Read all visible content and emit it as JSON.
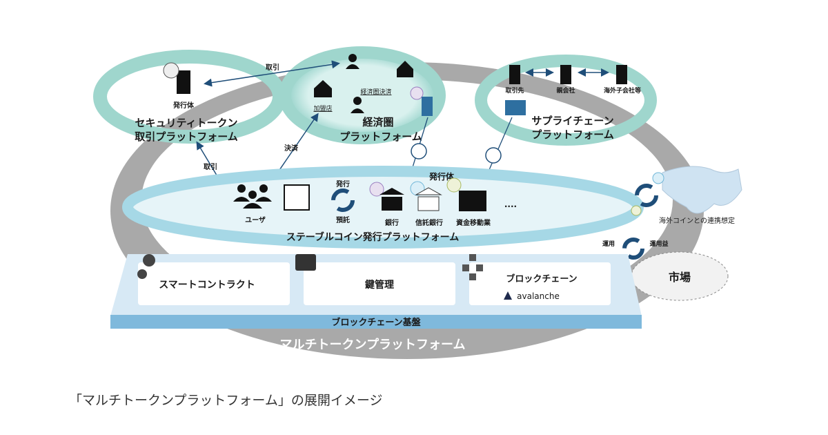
{
  "platforms": {
    "security_token": {
      "title_line1": "セキュリティトークン",
      "title_line2": "取引プラットフォーム",
      "issuer": "発行体"
    },
    "economic_zone": {
      "title_line1": "経済圏",
      "title_line2": "プラットフォーム",
      "merchant": "加盟店",
      "settlement": "経済圏決済"
    },
    "supply_chain": {
      "title_line1": "サプライチェーン",
      "title_line2": "プラットフォーム",
      "partner": "取引先",
      "parent": "親会社",
      "overseas_sub": "海外子会社等"
    },
    "stablecoin": {
      "title": "ステーブルコイン発行プラットフォーム",
      "issuer": "発行体",
      "user": "ユーザ",
      "issue": "発行",
      "deposit": "預託",
      "bank": "銀行",
      "trust_bank": "信託銀行",
      "fund_transfer": "資金移動業",
      "more": "...."
    }
  },
  "arrows": {
    "trade_top": "取引",
    "trade_left": "取引",
    "settle": "決済",
    "invest": "運用",
    "invest_return": "運用益"
  },
  "foundation": {
    "smart_contract": "スマートコントラクト",
    "key_management": "鍵管理",
    "blockchain": "ブロックチェーン",
    "avalanche": "avalanche",
    "base": "ブロックチェーン基盤"
  },
  "overall_title": "マルチトークンプラットフォーム",
  "market": "市場",
  "overseas_coin": "海外コインとの連携想定",
  "caption": "「マルチトークンプラットフォーム」の展開イメージ",
  "colors": {
    "ring_gray": "#a9a9a9",
    "teal": "#8fcfc6",
    "stable_blue": "#a6d8e6",
    "base_blue": "#7fb9dc",
    "navy": "#1f4e79"
  }
}
